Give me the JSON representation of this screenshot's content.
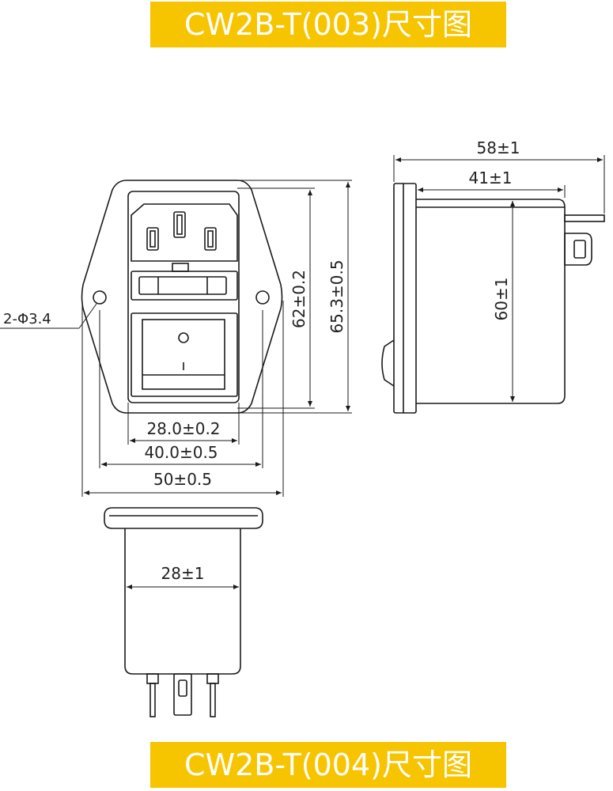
{
  "titles": {
    "top": "CW2B-T(003)尺寸图",
    "bottom": "CW2B-T(004)尺寸图"
  },
  "dimensions": {
    "hole": "2-Φ3.4",
    "height_inner": "62±0.2",
    "height_outer": "65.3±0.5",
    "width_inner": "28.0±0.2",
    "width_mid": "40.0±0.5",
    "width_outer": "50±0.5",
    "side_total": "58±1",
    "side_body": "41±1",
    "side_height": "60±1",
    "bottom_width": "28±1"
  },
  "colors": {
    "banner": "#f7c400",
    "line": "#1a1a1a"
  }
}
